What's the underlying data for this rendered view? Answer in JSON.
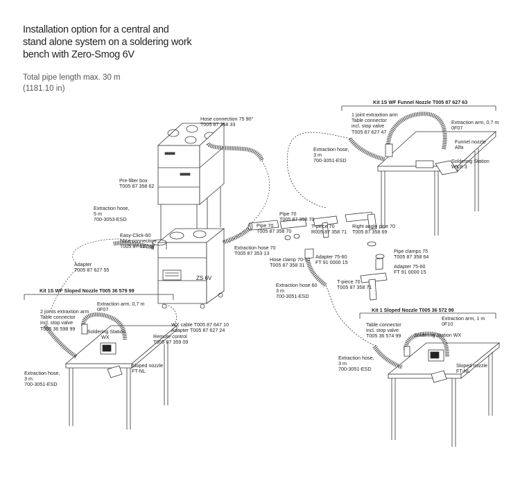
{
  "title_lines": [
    "Installation option for a central and",
    "stand alone system on a soldering work",
    "bench with Zero-Smog 6V"
  ],
  "subtitle_lines": [
    "Total pipe length max. 30 m",
    "(1181.10 in)"
  ],
  "kits": {
    "funnel": "Kit 1S WF Funnel Nozzle T005 87 627 63",
    "sloped_left": "Kit 1S WF Sloped Nozzle T005 36 579 99",
    "sloped_right": "Kit 1 Sloped Nozzle T005 36 572 99"
  },
  "labels": {
    "hose_connection": [
      "Hose connection 75 90°",
      "T005 87 358 33"
    ],
    "prefilter": [
      "Pre-filter box",
      "T005 87 358 62"
    ],
    "extraction_hose_5m": [
      "Extraction hose,",
      "5 m",
      "700-3053-ESD"
    ],
    "easy_click": [
      "Easy-Click-60",
      "hose connection",
      "T005 87 627 67"
    ],
    "adapter_left": [
      "Adapter",
      "T005 87 627 55"
    ],
    "zs6v": "ZS 6V",
    "wx_cable": [
      "WX cable T005 87 647 10",
      "Adapter T005 87 627 24"
    ],
    "remote": [
      "Remote control",
      "T005 87 359 09"
    ],
    "ext_hose_70": [
      "Extraction hose 70",
      "T005 87 353 13"
    ],
    "pipe70_a": [
      "Pipe 70",
      "T005 87 358 70"
    ],
    "pipe70_b": [
      "Pipe 70",
      "T005 87 358 70"
    ],
    "tpiece70_a": [
      "T-piece 70",
      "R005 87 358 71"
    ],
    "right_angle": [
      "Right angle pipe 70",
      "T005 87 358 69"
    ],
    "hose_clamp": [
      "Hose clamp 70-90",
      "T005 87 358 31"
    ],
    "adapter_7560_a": [
      "Adapter 75-60",
      "FT 91 0000 15"
    ],
    "pipe_clamps": [
      "Pipe clamps 75",
      "T005 87 358 64"
    ],
    "adapter_7560_b": [
      "Adapter 75-60",
      "FT 91 0000 15"
    ],
    "ext_hose_60": [
      "Extraction hose 60",
      "3 m",
      "700-3051-ESD"
    ],
    "tpiece70_b": [
      "T-piece 70",
      "T005 87 358 71"
    ],
    "funnel_arm": [
      "1 joint extraxtion arm",
      "Table connector",
      "incl. stop valve",
      "T005 87 627 47"
    ],
    "funnel_ext_arm": [
      "Extraction arm, 0,7 m",
      "0F07"
    ],
    "funnel_nozzle": [
      "Funnel nozzle",
      "Alfa"
    ],
    "funnel_station": [
      "Soldering Station",
      "WXR 3"
    ],
    "funnel_hose": [
      "Extraction hose,",
      "3 m",
      "700-3051-ESD"
    ],
    "left_arm": [
      "2 joints extraxtion arm",
      "Table connector",
      "incl. stop valve",
      "T005 36 598 99"
    ],
    "left_ext_arm": [
      "Extraction arm, 0,7 m",
      "0F07"
    ],
    "left_station": [
      "Soldering Station",
      "WX"
    ],
    "left_nozzle": [
      "Sloped nozzle",
      "FT-NL"
    ],
    "left_hose": [
      "Extraction hose,",
      "3 m",
      "700-3051-ESD"
    ],
    "right_connector": [
      "Table connector",
      "incl. stop valve",
      "T005 36 574 99"
    ],
    "right_ext_arm": [
      "Extraction arm, 1 m",
      "0F10"
    ],
    "right_station": "Soldering Station WX",
    "right_hose": [
      "Extraction hose,",
      "3 m",
      "700-3051-ESD"
    ],
    "right_nozzle": [
      "Sloped nozzle",
      "FT-NL"
    ]
  }
}
